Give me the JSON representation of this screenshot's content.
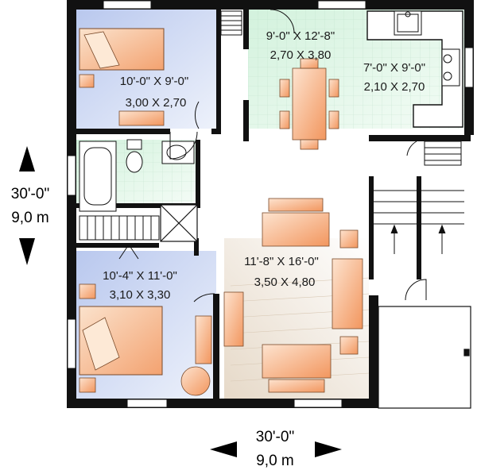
{
  "plan": {
    "overall": {
      "width_ft": "30'-0\"",
      "width_m": "9,0 m",
      "depth_ft": "30'-0\"",
      "depth_m": "9,0 m"
    },
    "rooms": {
      "bedroom_1": {
        "imperial": "10'-0\" X 9'-0\"",
        "metric": "3,00 X 2,70"
      },
      "dining": {
        "imperial": "9'-0\" X 12'-8\"",
        "metric": "2,70 X 3,80"
      },
      "kitchen": {
        "imperial": "7'-0\" X 9'-0\"",
        "metric": "2,10 X 2,70"
      },
      "bedroom_2": {
        "imperial": "10'-4\" X 11'-0\"",
        "metric": "3,10 X 3,30"
      },
      "living": {
        "imperial": "11'-8\" X 16'-0\"",
        "metric": "3,50 X 4,80"
      }
    },
    "colors": {
      "wall": "#111111",
      "bedroom_floor": "#c9d6f2",
      "kitchen_floor": "#dff5e6",
      "bath_floor": "#d7f2e3",
      "living_floor": "#ede3d6",
      "furniture": "#f3a877",
      "furniture_light": "#fbd8bd"
    }
  }
}
